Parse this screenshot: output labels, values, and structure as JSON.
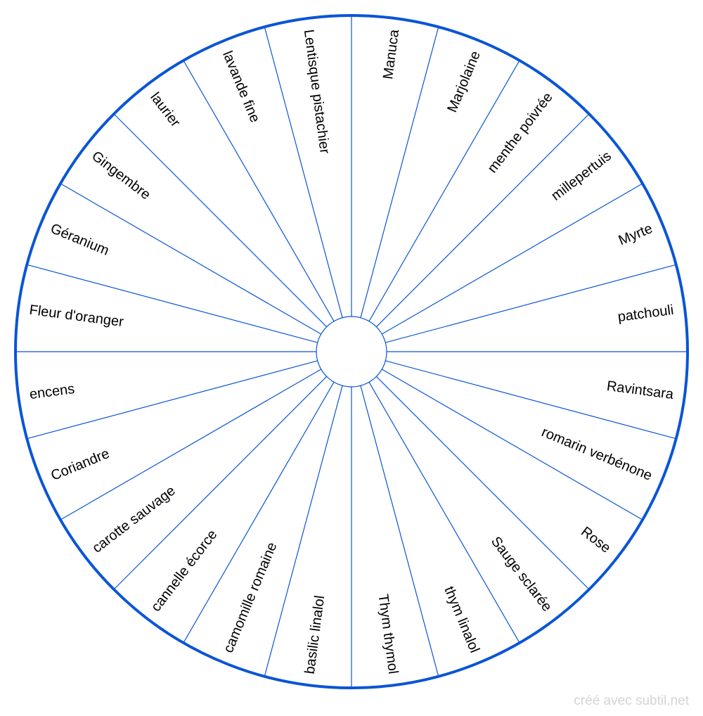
{
  "wheel": {
    "segments": [
      "Manuca",
      "Marjolaine",
      "menthe poivrée",
      "millepertuis",
      "Myrte",
      "patchouli",
      "Ravintsara",
      "romarin verbénone",
      "Rose",
      "Sauge sclarée",
      "thym linalol",
      "Thym thymol",
      "basilic linalol",
      "camomille romaine",
      "cannelle écorce",
      "carotte sauvage",
      "Coriandre",
      "encens",
      "Fleur d'oranger",
      "Géranium",
      "Gingembre",
      "laurier",
      "lavande fine",
      "Lentisque pistachier"
    ],
    "line_color": "#0a55d6"
  },
  "footer": {
    "credit": "créé avec subtil.net"
  }
}
